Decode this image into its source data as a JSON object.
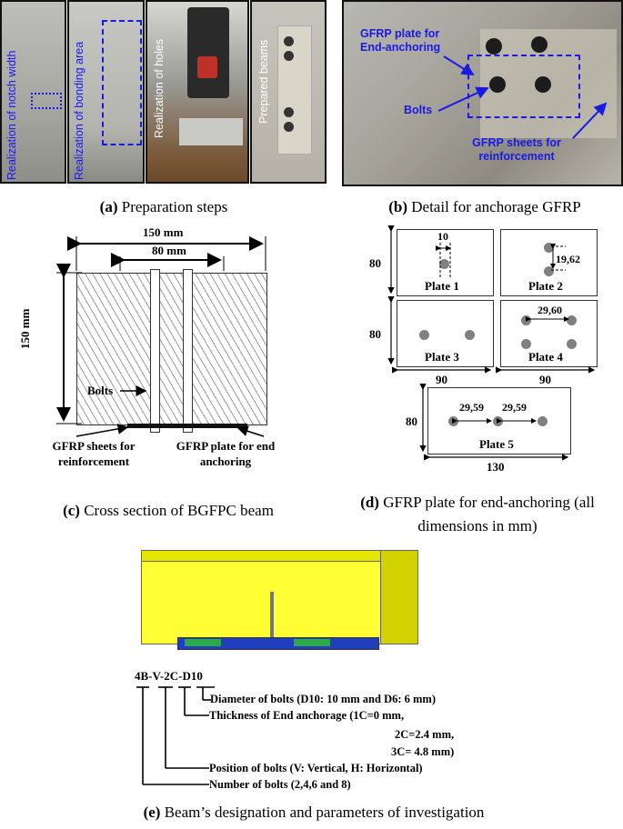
{
  "panel_a": {
    "photo_labels": [
      "Realization of notch width",
      "Realization of bonding area",
      "Realization of holes",
      "Prepared beams"
    ],
    "caption_letter": "(a)",
    "caption_text": "Preparation steps"
  },
  "panel_b": {
    "label_plate": "GFRP plate for End-anchoring",
    "label_bolts": "Bolts",
    "label_sheets": "GFRP sheets for reinforcement",
    "caption_letter": "(b)",
    "caption_text": "Detail for anchorage GFRP"
  },
  "panel_c": {
    "width_total": "150 mm",
    "width_inner": "80 mm",
    "height": "150 mm",
    "bolts": "Bolts",
    "sheets": "GFRP sheets for reinforcement",
    "plate": "GFRP plate for end anchoring",
    "caption_letter": "(c)",
    "caption_text": "Cross section of BGFPC beam"
  },
  "panel_d": {
    "plates": [
      {
        "name": "Plate 1",
        "dim": "10"
      },
      {
        "name": "Plate 2",
        "dim": "19,62"
      },
      {
        "name": "Plate 3"
      },
      {
        "name": "Plate 4",
        "dim": "29,60"
      },
      {
        "name": "Plate 5",
        "dim1": "29,59",
        "dim2": "29,59"
      }
    ],
    "h80": "80",
    "w90": "90",
    "w130": "130",
    "caption_letter": "(d)",
    "caption_text": "GFRP plate for end-anchoring (all dimensions in mm)"
  },
  "panel_e": {
    "designation": "4B-V-2C-D10",
    "items": [
      "Diameter of bolts (D10: 10 mm and D6: 6 mm)",
      "Thickness of End anchorage (1C=0 mm,",
      "2C=2.4 mm,",
      "3C= 4.8 mm)",
      "Position of bolts (V: Vertical, H: Horizontal)",
      "Number of bolts (2,4,6 and 8)"
    ],
    "caption_letter": "(e)",
    "caption_text": "Beam’s designation and parameters of investigation"
  }
}
